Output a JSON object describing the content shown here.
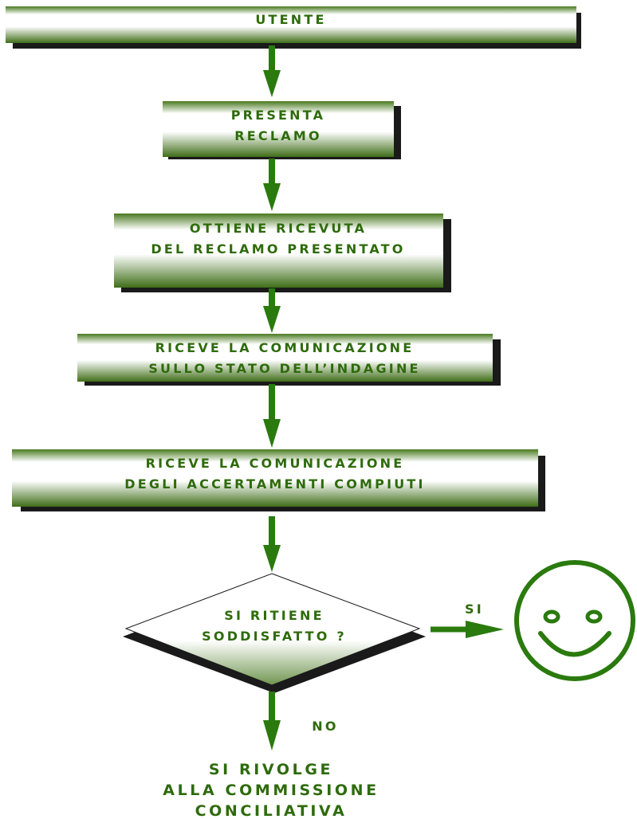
{
  "nodes": {
    "utente": {
      "lines": [
        "UTENTE"
      ]
    },
    "presenta": {
      "lines": [
        "PRESENTA",
        "RECLAMO"
      ]
    },
    "ottiene": {
      "lines": [
        "OTTIENE RICEVUTA",
        "DEL RECLAMO PRESENTATO"
      ]
    },
    "riceve_stato": {
      "lines": [
        "RICEVE LA COMUNICAZIONE",
        "SULLO STATO DELL’INDAGINE"
      ]
    },
    "riceve_accertamenti": {
      "lines": [
        "RICEVE LA COMUNICAZIONE",
        "DEGLI ACCERTAMENTI COMPIUTI"
      ]
    },
    "decision": {
      "lines": [
        "SI RITIENE",
        "SODDISFATTO ?"
      ]
    },
    "final": {
      "lines": [
        "SI RIVOLGE",
        "ALLA COMMISSIONE",
        "CONCILIATIVA"
      ]
    }
  },
  "edges": {
    "yes_label": "SI",
    "no_label": "NO"
  },
  "icons": {
    "outcome_icon": "smiley-face-icon"
  },
  "colors": {
    "text_green": "#2e6b0b",
    "arrow_green": "#2a7a0e",
    "box_dark_green": "#4a7a20",
    "box_light": "#ffffff"
  }
}
